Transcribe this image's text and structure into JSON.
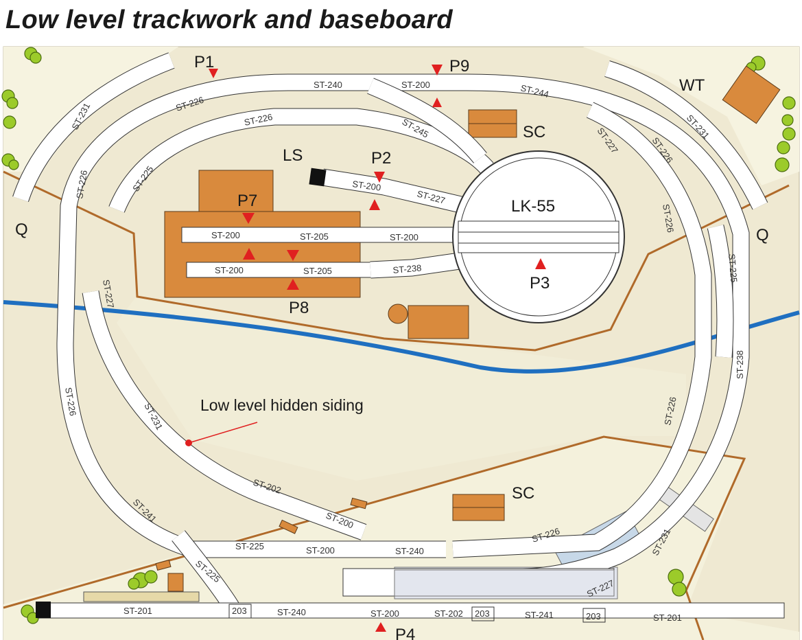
{
  "title": "Low level trackwork and baseboard",
  "colors": {
    "baseboard": "#efe9d2",
    "scenery": "#f4f1dc",
    "track": "#ffffff",
    "building": "#d98a3d",
    "boundary": "#b06a2a",
    "river": "#1f6fc0",
    "marker": "#e02020",
    "tree": "#9ccb2a"
  },
  "labels": {
    "P1": "P1",
    "P2": "P2",
    "P3": "P3",
    "P4": "P4",
    "P7": "P7",
    "P8": "P8",
    "P9": "P9",
    "LS": "LS",
    "SC_top": "SC",
    "SC_bottom": "SC",
    "WT": "WT",
    "Q_left": "Q",
    "Q_right": "Q",
    "turntable": "LK-55",
    "hidden_siding": "Low level hidden siding"
  },
  "track": {
    "t1": "ST-240",
    "t2": "ST-200",
    "t3": "ST-244",
    "t4": "ST-226",
    "t5": "ST-231",
    "t6": "ST-226",
    "t7": "ST-226",
    "t8": "ST-225",
    "t9": "ST-245",
    "t10": "ST-200",
    "t11": "ST-227",
    "t12": "ST-227",
    "t13": "ST-226",
    "t14": "ST-231",
    "t15": "ST-226",
    "t16": "ST-225",
    "t17": "ST-238",
    "t18": "ST-200",
    "t19": "ST-205",
    "t20": "ST-200",
    "t21": "ST-205",
    "t22": "ST-200",
    "t23": "ST-238",
    "t24": "ST-227",
    "t25": "ST-226",
    "t26": "ST-231",
    "t27": "ST-202",
    "t28": "ST-200",
    "t29": "ST-241",
    "t30": "ST-225",
    "t31": "ST-200",
    "t32": "ST-240",
    "t33": "ST-226",
    "t34": "ST-225",
    "t35": "ST-201",
    "t36": "203",
    "t37": "ST-240",
    "t38": "ST-200",
    "t39": "ST-202",
    "t40": "203",
    "t41": "ST-241",
    "t42": "203",
    "t43": "ST-201",
    "t44": "ST-227",
    "t45": "ST-231",
    "t46": "ST-226"
  }
}
